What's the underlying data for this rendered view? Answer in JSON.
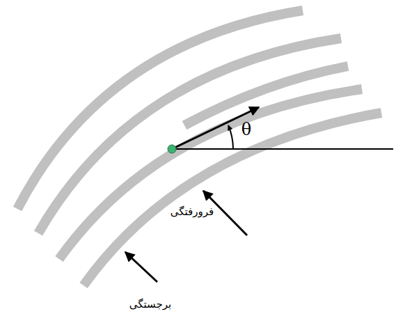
{
  "diagram": {
    "labels": [
      "θ",
      "فرورفتگی",
      "برجستگی"
    ]
  }
}
